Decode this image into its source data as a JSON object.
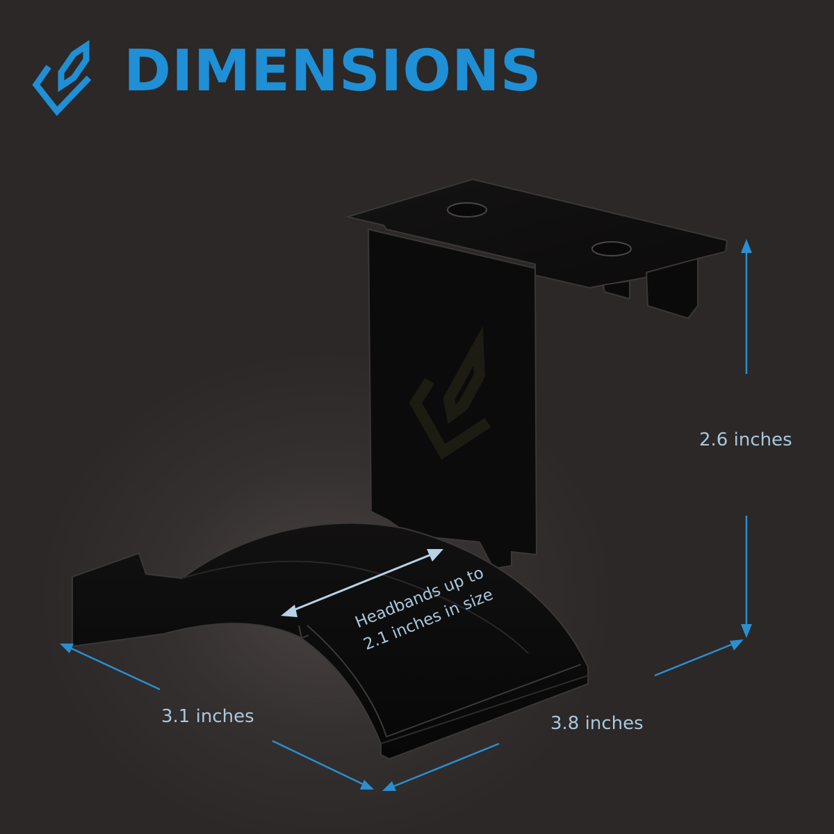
{
  "header": {
    "title": "DIMENSIONS",
    "accent_color": "#1f8fd6",
    "logo_icon": "brand-logo-icon"
  },
  "product": {
    "name_icon": "headphone-stand",
    "engraved_logo_icon": "engraved-logo-icon"
  },
  "dimensions": {
    "height_label": "2.6 inches",
    "depth_label": "3.1 inches",
    "width_label": "3.8 inches",
    "headband_line1": "Headbands up to",
    "headband_line2": "2.1 inches in size",
    "arrow_color": "#2a8fd0",
    "label_color": "#a9c8de"
  }
}
